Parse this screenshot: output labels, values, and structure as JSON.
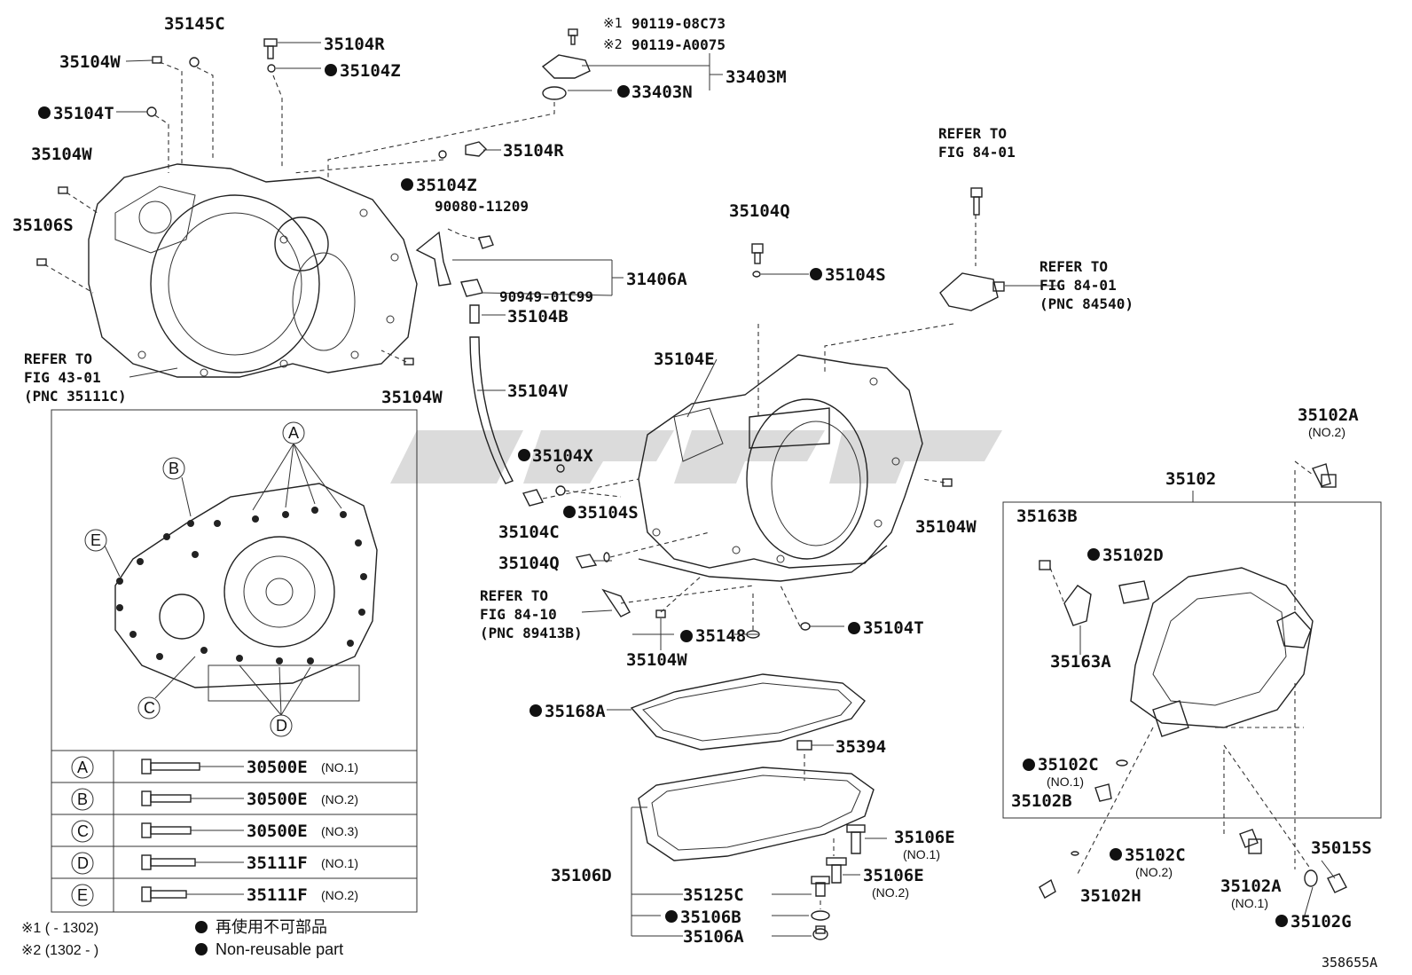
{
  "labels": {
    "p35145C": "35145C",
    "p35104R_top": "35104R",
    "p35104W_1": "35104W",
    "p35104Z_top": "35104Z",
    "p35104T_top": "35104T",
    "p35104W_2": "35104W",
    "p35106S": "35106S",
    "ref43": [
      "REFER TO",
      "FIG 43-01",
      "(PNC 35111C)"
    ],
    "p35104W_3": "35104W",
    "n1": "※1",
    "n1_num": "90119-08C73",
    "n2": "※2",
    "n2_num": "90119-A0075",
    "p33403M": "33403M",
    "p33403N": "33403N",
    "p35104R_mid": "35104R",
    "p35104Z_mid": "35104Z",
    "p90080": "90080-11209",
    "p31406A": "31406A",
    "p90949": "90949-01C99",
    "p35104B": "35104B",
    "p35104V": "35104V",
    "ref84_01a": [
      "REFER TO",
      "FIG 84-01"
    ],
    "p35104Q_top": "35104Q",
    "p35104S_top": "35104S",
    "ref84_01b": [
      "REFER TO",
      "FIG 84-01",
      "(PNC 84540)"
    ],
    "p35104E": "35104E",
    "p35104X": "35104X",
    "p35104S_low": "35104S",
    "p35104C": "35104C",
    "p35104Q_low": "35104Q",
    "ref84_10": [
      "REFER TO",
      "FIG 84-10",
      "(PNC 89413B)"
    ],
    "p35148": "35148",
    "p35104T_low": "35104T",
    "p35104W_4": "35104W",
    "p35104W_5": "35104W",
    "p35102A_top": "35102A",
    "p35102A_top_sub": "(NO.2)",
    "p35102": "35102",
    "p35163B": "35163B",
    "p35102D": "35102D",
    "p35163A": "35163A",
    "p35168A": "35168A",
    "p35394": "35394",
    "p35102C_1": "35102C",
    "p35102C_1_sub": "(NO.1)",
    "p35102B": "35102B",
    "p35106E_1": "35106E",
    "p35106E_1_sub": "(NO.1)",
    "p35106E_2": "35106E",
    "p35106E_2_sub": "(NO.2)",
    "p35106D": "35106D",
    "p35125C": "35125C",
    "p35106B": "35106B",
    "p35106A": "35106A",
    "p35102C_2": "35102C",
    "p35102C_2_sub": "(NO.2)",
    "p35102H": "35102H",
    "p35015S": "35015S",
    "p35102A_low": "35102A",
    "p35102A_low_sub": "(NO.1)",
    "p35102G": "35102G",
    "figno": "358655A"
  },
  "inset": {
    "callouts": [
      "A",
      "B",
      "C",
      "D",
      "E"
    ],
    "table": [
      {
        "key": "A",
        "part": "30500E",
        "sub": "(NO.1)"
      },
      {
        "key": "B",
        "part": "30500E",
        "sub": "(NO.2)"
      },
      {
        "key": "C",
        "part": "30500E",
        "sub": "(NO.3)"
      },
      {
        "key": "D",
        "part": "35111F",
        "sub": "(NO.1)"
      },
      {
        "key": "E",
        "part": "35111F",
        "sub": "(NO.2)"
      }
    ]
  },
  "legend": {
    "note1": "※1 (       - 1302)",
    "note2": "※2 (1302 -       )",
    "nonreuse_jp": "再使用不可部品",
    "nonreuse_en": "Non-reusable part"
  },
  "colors": {
    "line": "#222222",
    "watermark": "#c8c8c8"
  }
}
